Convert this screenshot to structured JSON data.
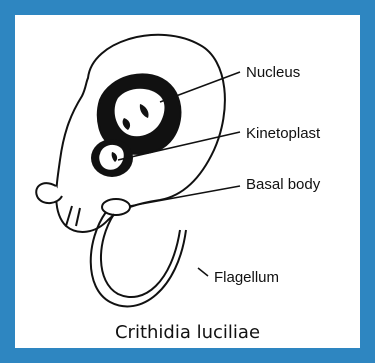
{
  "diagram": {
    "labels": {
      "nucleus": "Nucleus",
      "kinetoplast": "Kinetoplast",
      "basal_body": "Basal body",
      "flagellum": "Flagellum"
    },
    "caption": "Crithidia luciliae"
  },
  "colors": {
    "border": "#2e86c1",
    "ink": "#111111",
    "background": "#ffffff"
  }
}
